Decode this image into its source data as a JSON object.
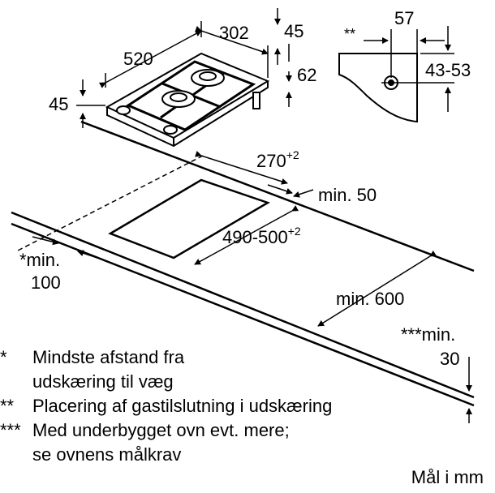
{
  "hob_dims": {
    "width": "302",
    "depth": "520",
    "height": "45",
    "rear_offset": "45",
    "bracket": "62"
  },
  "gas_connection": {
    "marker": "**",
    "distance": "57",
    "height_range": "43-53"
  },
  "cutout": {
    "width": "270",
    "width_tol": "+2",
    "depth": "490-500",
    "depth_tol": "+2",
    "min_rear": "min. 50",
    "min_front": "min. 600",
    "min_wall_marker": "*min.",
    "min_wall_value": "100",
    "min_oven_marker": "***min.",
    "min_oven_value": "30"
  },
  "legend": [
    {
      "mark": "*",
      "lines": [
        "Mindste afstand fra",
        "udskæring til væg"
      ]
    },
    {
      "mark": "**",
      "lines": [
        "Placering af gastilslutning i udskæring"
      ]
    },
    {
      "mark": "***",
      "lines": [
        "Med underbygget ovn evt. mere;",
        "se ovnens målkrav"
      ]
    }
  ],
  "units": "Mål i mm"
}
